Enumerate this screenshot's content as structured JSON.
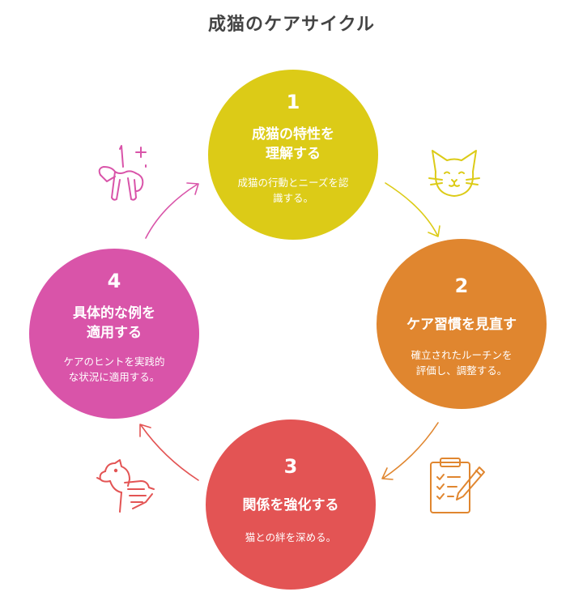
{
  "title": "成猫のケアサイクル",
  "steps": [
    {
      "number": "1",
      "heading_line1": "成猫の特性を",
      "heading_line2": "理解する",
      "desc_line1": "成猫の行動とニーズを認",
      "desc_line2": "識する。",
      "color": "#dccb17",
      "icon": "cat-face-icon"
    },
    {
      "number": "2",
      "heading_line1": "ケア習慣を見直す",
      "heading_line2": "",
      "desc_line1": "確立されたルーチンを",
      "desc_line2": "評価し、調整する。",
      "color": "#e0862f",
      "icon": "clipboard-pen-icon"
    },
    {
      "number": "3",
      "heading_line1": "関係を強化する",
      "heading_line2": "",
      "desc_line1": "猫との絆を深める。",
      "desc_line2": "",
      "color": "#e35454",
      "icon": "dog-hand-icon"
    },
    {
      "number": "4",
      "heading_line1": "具体的な例を",
      "heading_line2": "適用する",
      "desc_line1": "ケアのヒントを実践的",
      "desc_line2": "な状況に適用する。",
      "color": "#d954a9",
      "icon": "balloon-dog-icon"
    }
  ]
}
